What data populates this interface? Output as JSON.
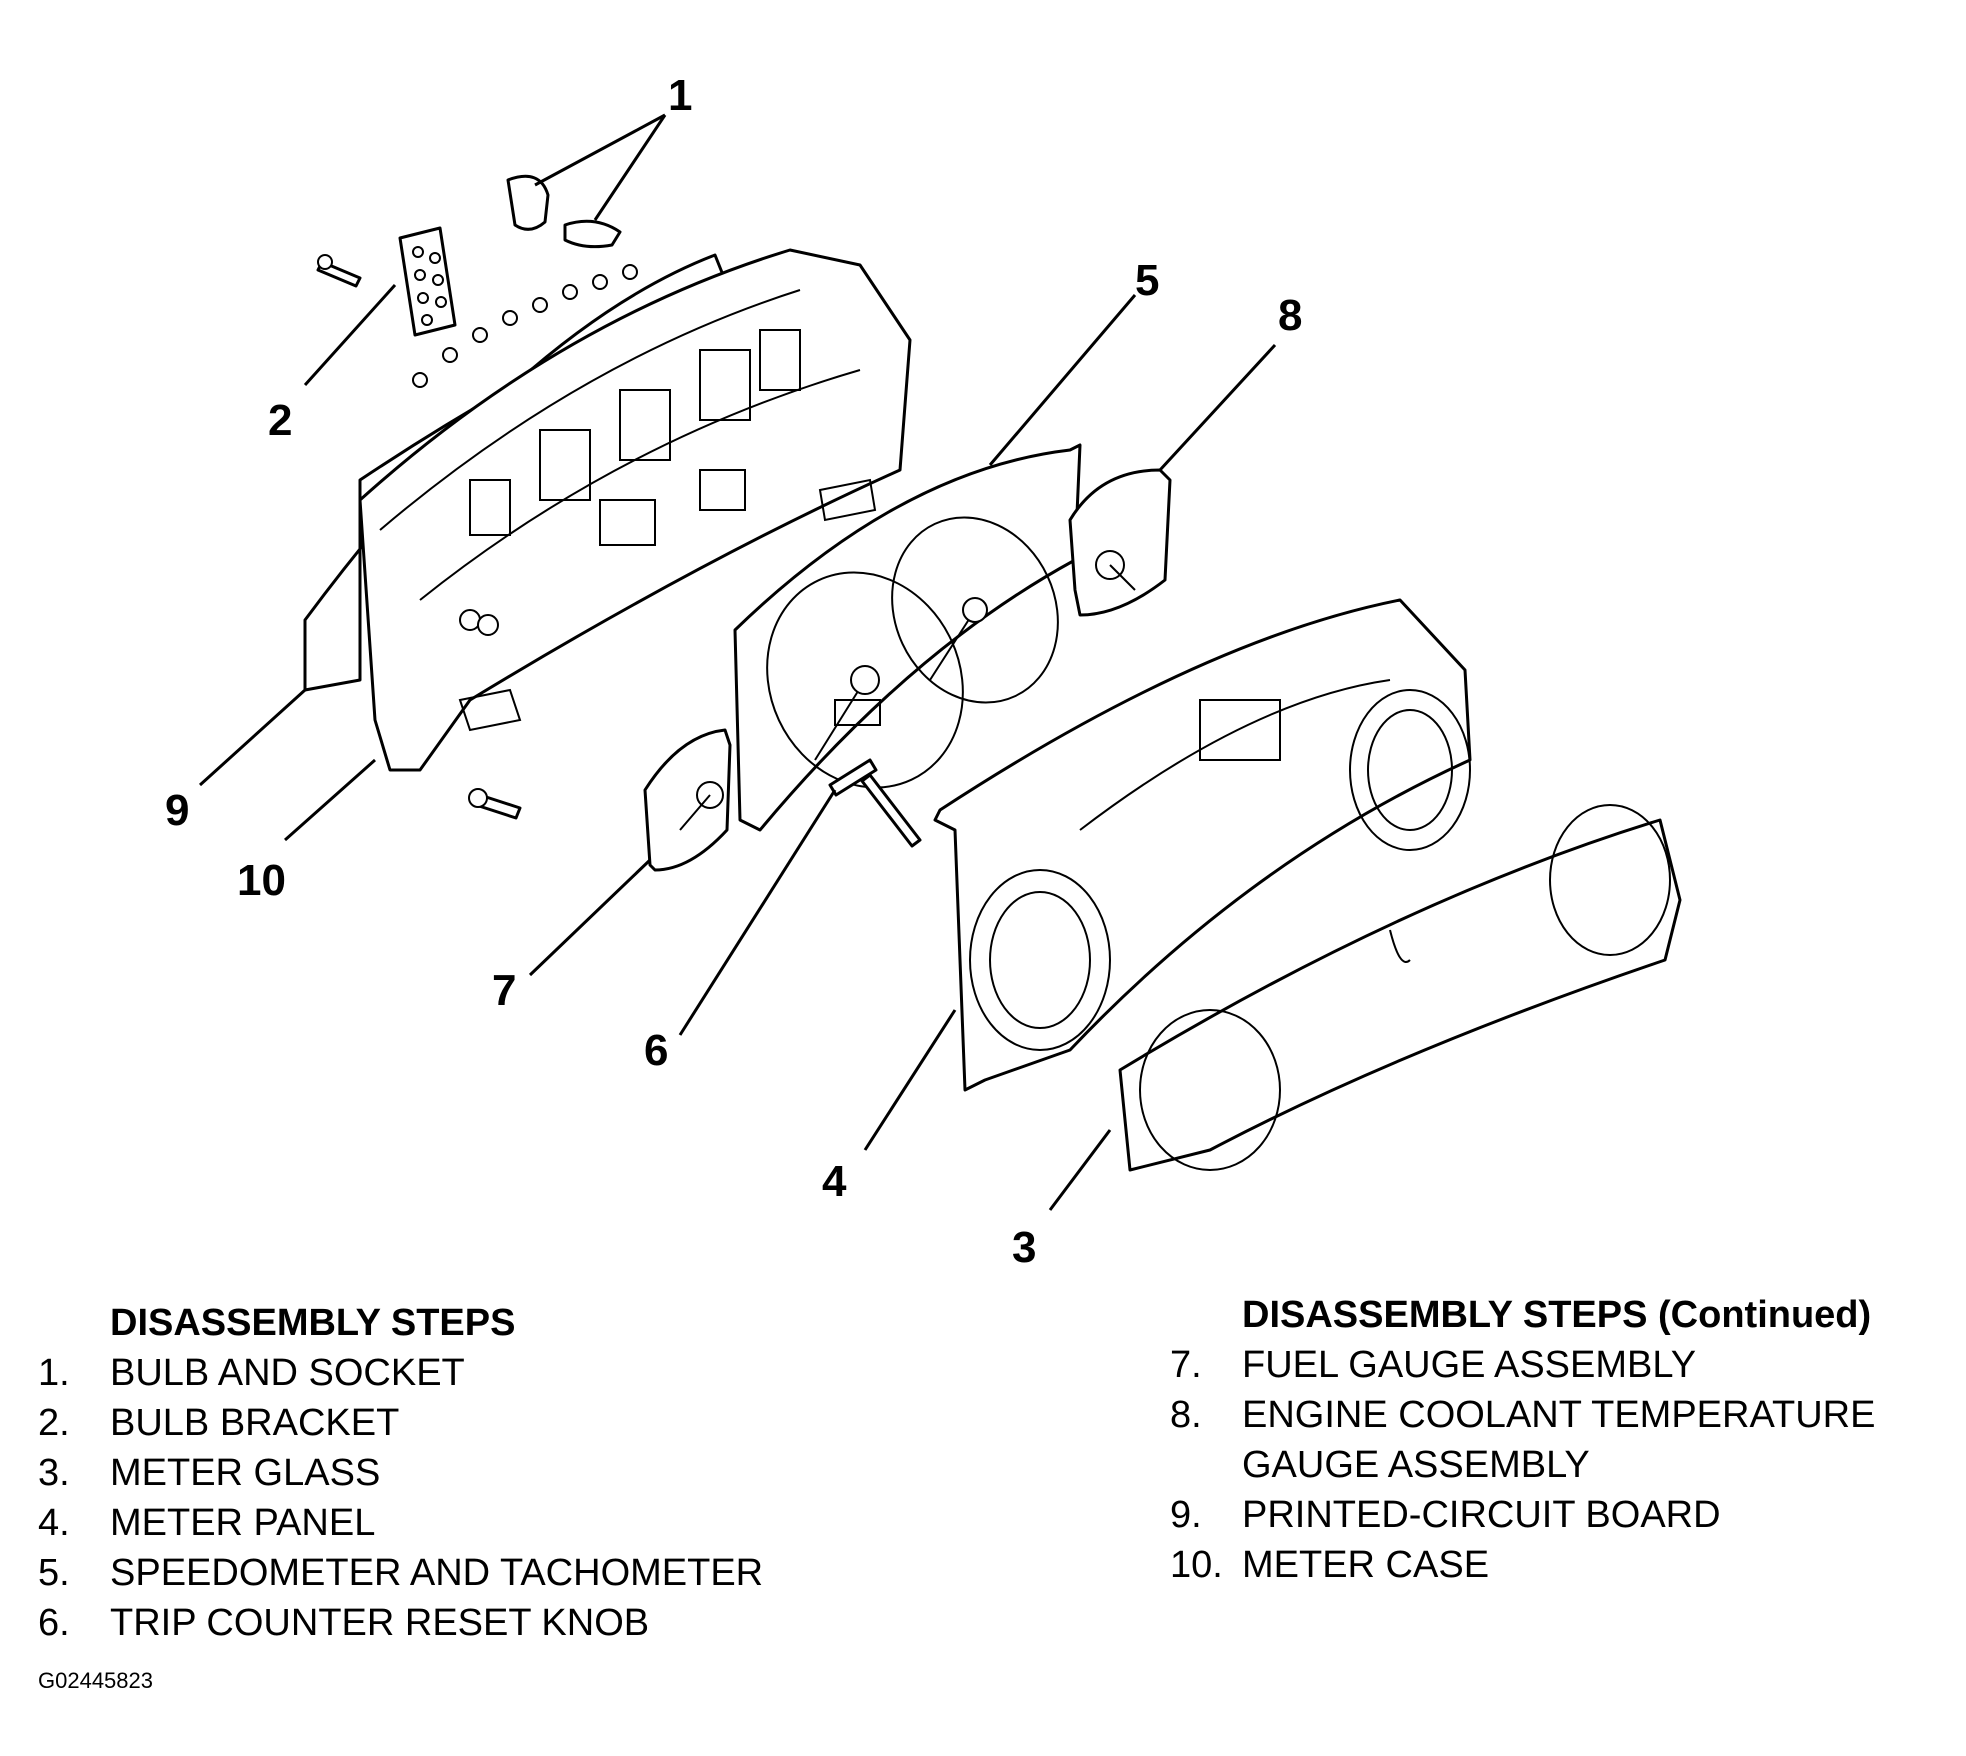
{
  "callouts": [
    "1",
    "2",
    "3",
    "4",
    "5",
    "6",
    "7",
    "8",
    "9",
    "10"
  ],
  "legend_left": {
    "heading": "DISASSEMBLY STEPS",
    "items": [
      {
        "num": "1.",
        "text": "BULB AND SOCKET"
      },
      {
        "num": "2.",
        "text": "BULB BRACKET"
      },
      {
        "num": "3.",
        "text": "METER GLASS"
      },
      {
        "num": "4.",
        "text": "METER PANEL"
      },
      {
        "num": "5.",
        "text": "SPEEDOMETER AND TACHOMETER"
      },
      {
        "num": "6.",
        "text": "TRIP COUNTER RESET KNOB"
      }
    ]
  },
  "legend_right": {
    "heading": "DISASSEMBLY STEPS (Continued)",
    "items": [
      {
        "num": "7.",
        "text": "FUEL GAUGE ASSEMBLY"
      },
      {
        "num": "8.",
        "text": "ENGINE COOLANT TEMPERATURE"
      },
      {
        "num": "",
        "text": "GAUGE ASSEMBLY"
      },
      {
        "num": "9.",
        "text": "PRINTED-CIRCUIT BOARD"
      },
      {
        "num": "10.",
        "text": "METER CASE"
      }
    ]
  },
  "figure_id": "G02445823"
}
